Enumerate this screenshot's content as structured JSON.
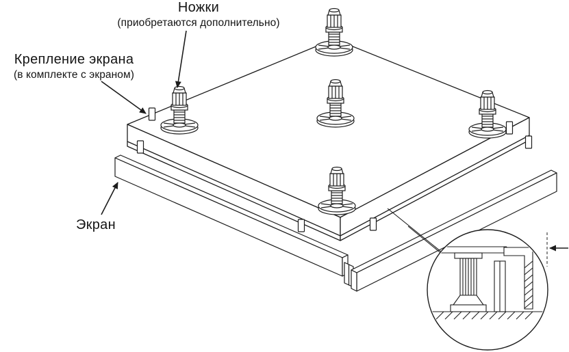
{
  "colors": {
    "background": "#ffffff",
    "line": "#1c1c1c"
  },
  "labels": {
    "legs": {
      "title": "Ножки",
      "subtitle": "(приобретаются дополнительно)"
    },
    "screen_mount": {
      "title": "Крепление экрана",
      "subtitle": "(в комплекте с экраном)"
    },
    "screen": {
      "title": "Экран"
    }
  },
  "diagram": {
    "parts": [
      "shower-tray",
      "adjustable-foot",
      "mounting-clip",
      "screen-panel",
      "detail-callout"
    ]
  }
}
